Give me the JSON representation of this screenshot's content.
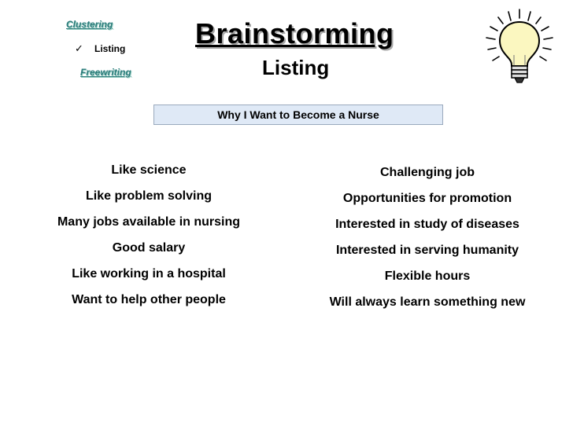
{
  "nav": {
    "clustering": "Clustering",
    "listing": "Listing",
    "freewriting": "Freewriting",
    "check_mark": "✓"
  },
  "slide": {
    "title": "Brainstorming",
    "subtitle": "Listing",
    "topic": "Why I Want to Become a Nurse"
  },
  "left_list": [
    "Like science",
    "Like problem solving",
    "Many jobs available in nursing",
    "Good salary",
    "Like working in a hospital",
    "Want to help other people"
  ],
  "right_list": [
    "Challenging job",
    "Opportunities for promotion",
    "Interested in study of diseases",
    "Interested in serving humanity",
    "Flexible hours",
    "Will always learn something new"
  ],
  "icons": {
    "lightbulb": "lightbulb-icon",
    "check": "check-icon"
  },
  "colors": {
    "nav_link": "#2a7a7a",
    "topic_box_fill": "#dfe9f6",
    "bulb_fill": "#fbf7c0"
  }
}
